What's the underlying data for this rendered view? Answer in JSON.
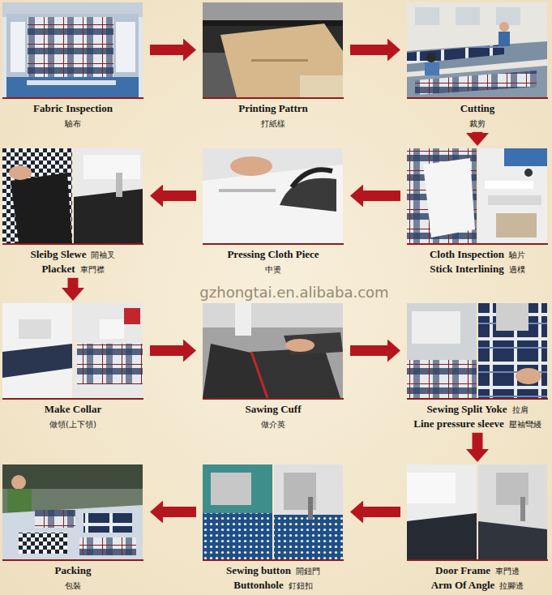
{
  "diagram": {
    "nodes": [
      {
        "text": [
          "Fabric Inspection",
          "驗布"
        ]
      },
      {
        "text": [
          "Printing Pattrn",
          "打紙樣"
        ]
      },
      {
        "text": [
          "Cutting",
          "裁剪"
        ]
      },
      {
        "text": [
          "Cloth Inspection",
          "驗片",
          "Stick Interlining",
          "過樸"
        ]
      },
      {
        "text": [
          "Pressing Cloth Piece",
          "中燙"
        ]
      },
      {
        "text": [
          "Sleibg Slewe",
          "開袖叉",
          "Placket",
          "車門襟"
        ]
      },
      {
        "text": [
          "Make Collar",
          "做領(上下領)"
        ]
      },
      {
        "text": [
          "Sawing Cuff",
          "做介英"
        ]
      },
      {
        "text": [
          "Sewing Split Yoke",
          "拉肩",
          "Line pressure sleeve",
          "壓袖彎綫"
        ]
      },
      {
        "text": [
          "Door Frame",
          "車門邊",
          "Arm Of Angle",
          "拉腳邊"
        ]
      },
      {
        "text": [
          "Sewing button",
          "開鈕門",
          "Buttonhole",
          "釘鈕扣"
        ]
      },
      {
        "text": [
          "Packing",
          "包裝"
        ]
      }
    ],
    "edges": [
      {
        "from": 0,
        "to": 1,
        "arrow": "to"
      },
      {
        "from": 1,
        "to": 2,
        "arrow": "to"
      },
      {
        "from": 2,
        "to": 3,
        "arrow": "to"
      },
      {
        "from": 3,
        "to": 4,
        "arrow": "to"
      },
      {
        "from": 4,
        "to": 5,
        "arrow": "to"
      },
      {
        "from": 5,
        "to": 6,
        "arrow": "to"
      },
      {
        "from": 6,
        "to": 7,
        "arrow": "to"
      },
      {
        "from": 7,
        "to": 8,
        "arrow": "to"
      },
      {
        "from": 8,
        "to": 9,
        "arrow": "to"
      },
      {
        "from": 9,
        "to": 10,
        "arrow": "to"
      },
      {
        "from": 10,
        "to": 11,
        "arrow": "to"
      }
    ],
    "labels": [
      "gzhongtai.en.alibaba.com"
    ]
  }
}
